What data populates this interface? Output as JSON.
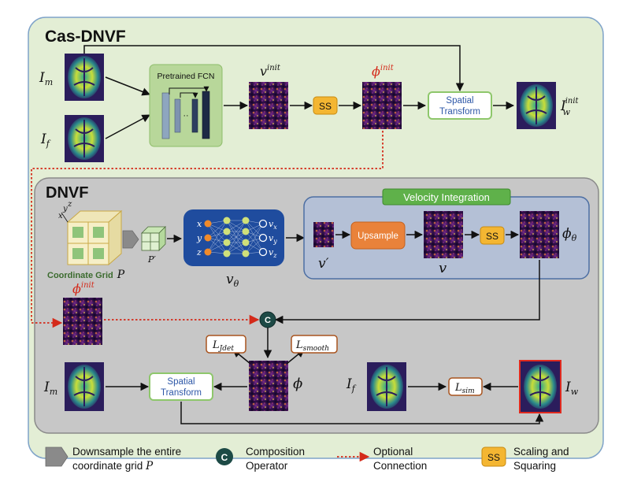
{
  "title_casdnvf": "Cas-DNVF",
  "title_dnvf": "DNVF",
  "fcn_label": "Pretrained FCN",
  "fcn_dots": "··",
  "ss": "SS",
  "spatial_transform": [
    "Spatial",
    "Transform"
  ],
  "velocity_integration": "Velocity Integration",
  "upsample": "Upsample",
  "coordinate_grid": "Coordinate Grid",
  "math": {
    "Im": "I",
    "Im_sub": "m",
    "If": "I",
    "If_sub": "f",
    "Iw": "I",
    "Iw_sub": "w",
    "Iw_init_sub": "w",
    "Iw_init_sup": "init",
    "v": "v",
    "v_init_sup": "init",
    "phi": "ϕ",
    "phi_init_sup": "init",
    "phi_theta_sub": "θ",
    "P": "P",
    "P_prime": "P′",
    "v_prime": "v′",
    "v_theta": "v",
    "v_theta_sub": "θ",
    "L": "L",
    "L_jdet_sub": "Jdet",
    "L_smooth_sub": "smooth",
    "L_sim_sub": "sim",
    "x": "x",
    "y": "y",
    "z": "z",
    "vx_sub": "x",
    "vy_sub": "y",
    "vz_sub": "z",
    "composition": "C"
  },
  "legend": {
    "downsample": [
      "Downsample the entire",
      "coordinate grid "
    ],
    "downsample_P": "P",
    "composition": [
      "Composition",
      "Operator"
    ],
    "optional": [
      "Optional",
      "Connection"
    ],
    "ss_label": "SS",
    "scaling": [
      "Scaling and",
      "Squaring"
    ]
  },
  "colors": {
    "casdnvf_bg": "#e3eed5",
    "casdnvf_border": "#7fa3c9",
    "dnvf_bg": "#c7c7c7",
    "dnvf_border": "#8a8a8a",
    "velocity_bg": "#b4c0d6",
    "velocity_border": "#4d6fa3",
    "velocity_title_bg": "#5fb14a",
    "ss_fill": "#f4b632",
    "upsample_fill": "#e9823a",
    "fcn_bg": "#b8d79a",
    "mlp_bg": "#1f4c9e",
    "red_dotted": "#d42a1a",
    "phi_init_red": "#d42a1a",
    "loss_border": "#a9541f",
    "composition_fill": "#1d4a46",
    "spatial_border": "#8ec76b",
    "spatial_text": "#2d57a7"
  }
}
